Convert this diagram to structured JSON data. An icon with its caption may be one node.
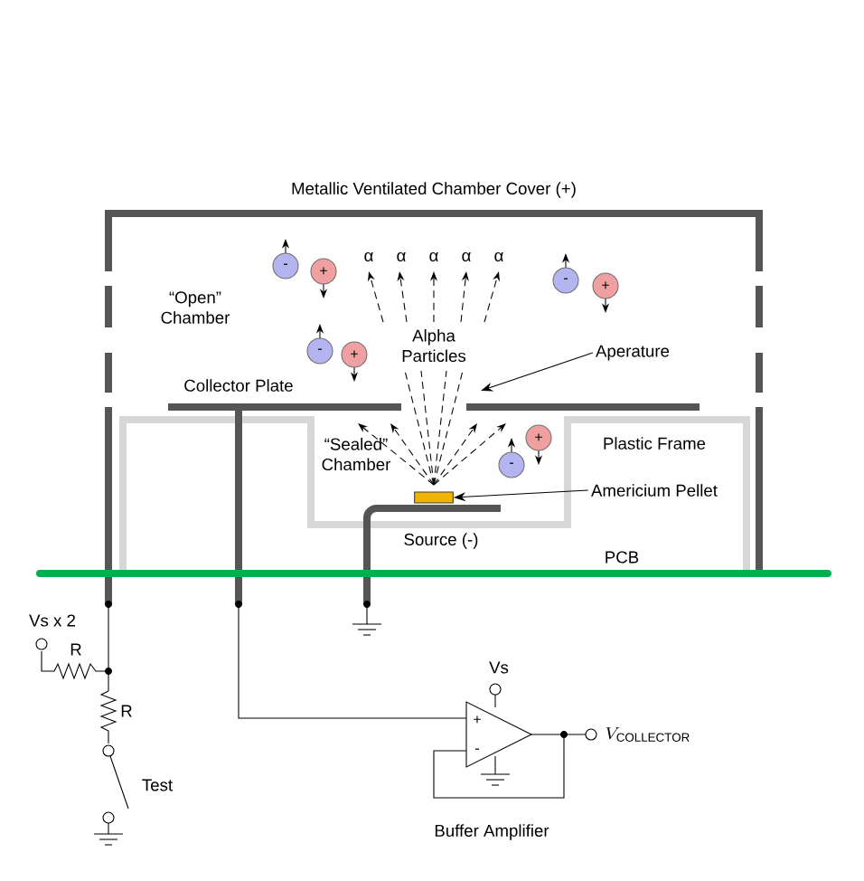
{
  "diagram": {
    "nodes": [
      {
        "text": [
          "-"
        ]
      },
      {
        "text": [
          "+"
        ]
      },
      {
        "text": [
          "-"
        ]
      },
      {
        "text": [
          "+"
        ]
      },
      {
        "text": [
          "-"
        ]
      },
      {
        "text": [
          "+"
        ]
      },
      {
        "text": [
          "Aperature"
        ]
      },
      {
        "text": [
          "+"
        ]
      },
      {
        "text": [
          "-"
        ]
      },
      {
        "text": [
          "Americium Pellet"
        ]
      },
      {
        "text": [],
        "shape": "box"
      },
      {
        "text": [
          "+",
          "-"
        ],
        "beside": [
          "Buffer Amplifier"
        ]
      }
    ],
    "edges": [
      {
        "from": 6,
        "to": null,
        "arrow": "to"
      },
      {
        "from": 9,
        "to": 10,
        "arrow": "to"
      }
    ],
    "labels": [
      "Metallic Ventilated Chamber Cover (+)",
      "α",
      "α",
      "α",
      "α",
      "α",
      "“Open” Chamber",
      "Alpha Particles",
      "Collector Plate",
      "Plastic Frame",
      "“Sealed” Chamber",
      "Source (-)",
      "PCB",
      "Vs x 2",
      "R",
      "R",
      "Test",
      "Vs",
      "V_{\\mathrm{COLLECTOR}}"
    ]
  }
}
